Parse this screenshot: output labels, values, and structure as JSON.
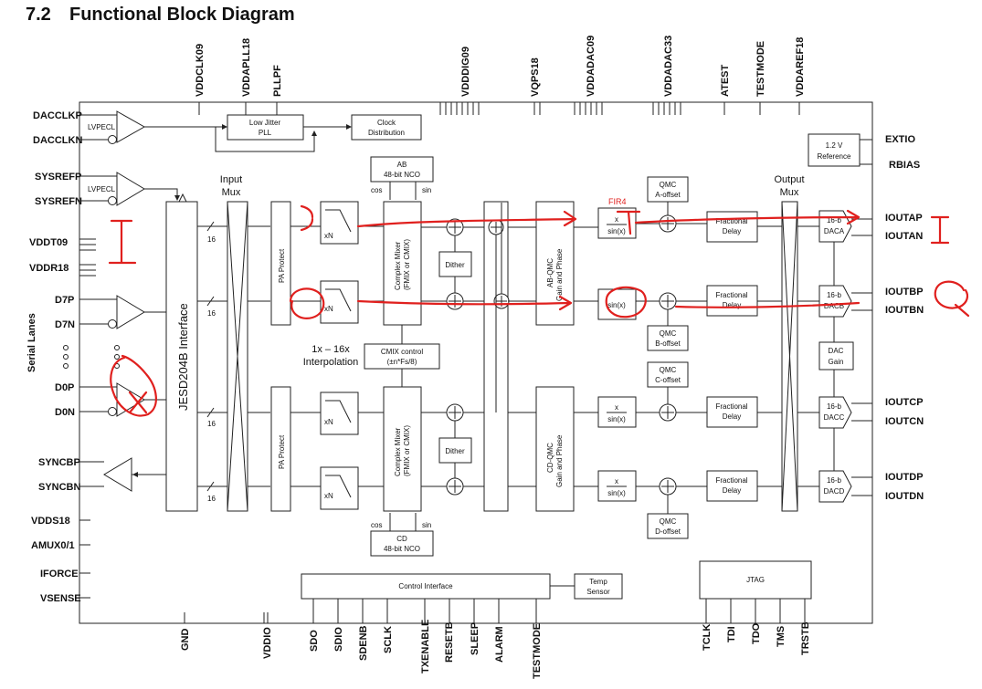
{
  "heading": {
    "number": "7.2",
    "title": "Functional Block Diagram"
  },
  "top_pins": [
    "VDDCLK09",
    "VDDAPLL18",
    "PLLPF",
    "VDDDIG09",
    "VQPS18",
    "VDDADAC09",
    "VDDADAC33",
    "ATEST",
    "TESTMODE",
    "VDDAREF18"
  ],
  "left_pins": {
    "dacclkp": "DACCLKP",
    "dacclkn": "DACCLKN",
    "sysrefp": "SYSREFP",
    "sysrefn": "SYSREFN",
    "vddt09": "VDDT09",
    "vddr18": "VDDR18",
    "d7p": "D7P",
    "d7n": "D7N",
    "d0p": "D0P",
    "d0n": "D0N",
    "syncbp": "SYNCBP",
    "syncbn": "SYNCBN",
    "vdds18": "VDDS18",
    "amux": "AMUX0/1",
    "iforce": "IFORCE",
    "vsense": "VSENSE"
  },
  "serial_lanes": "Serial Lanes",
  "right_pins": {
    "extio": "EXTIO",
    "rbias": "RBIAS",
    "ioutap": "IOUTAP",
    "ioutan": "IOUTAN",
    "ioutbp": "IOUTBP",
    "ioutbn": "IOUTBN",
    "ioutcp": "IOUTCP",
    "ioutcn": "IOUTCN",
    "ioutdp": "IOUTDP",
    "ioutdn": "IOUTDN"
  },
  "bottom_pins": [
    "GND",
    "VDDIO",
    "SDO",
    "SDIO",
    "SDENB",
    "SCLK",
    "TXENABLE",
    "RESETB",
    "SLEEP",
    "ALARM",
    "TESTMODE",
    "TCLK",
    "TDI",
    "TDO",
    "TMS",
    "TRSTB"
  ],
  "blocks": {
    "lvpecl": "LVPECL",
    "pll_l1": "Low Jitter",
    "pll_l2": "PLL",
    "clk_l1": "Clock",
    "clk_l2": "Distribution",
    "ref_l1": "1.2 V",
    "ref_l2": "Reference",
    "jesd": "JESD204B Interface",
    "input_mux_l1": "Input",
    "input_mux_l2": "Mux",
    "output_mux_l1": "Output",
    "output_mux_l2": "Mux",
    "bus_width": "16",
    "pa_protect": "PA Protect",
    "interp_gain": "xN",
    "interp_l1": "1x – 16x",
    "interp_l2": "Interpolation",
    "nco_ab_l1": "AB",
    "nco_ab_l2": "48-bit NCO",
    "nco_cd_l1": "CD",
    "nco_cd_l2": "48-bit NCO",
    "cos": "cos",
    "sin": "sin",
    "mixer_l1": "Complex Mixer",
    "mixer_l2": "(FMIX or CMIX)",
    "cmix_l1": "CMIX control",
    "cmix_l2": "(±n*Fs/8)",
    "dither": "Dither",
    "ab_qmc_l1": "AB-QMC",
    "ab_qmc_l2": "Gain and Phase",
    "cd_qmc_l1": "CD-QMC",
    "cd_qmc_l2": "Gain and Phase",
    "sinc_l1": "x",
    "sinc_l2": "sin(x)",
    "qmc": "QMC",
    "a_offset": "A-offset",
    "b_offset": "B-offset",
    "c_offset": "C-offset",
    "d_offset": "D-offset",
    "frac_l1": "Fractional",
    "frac_l2": "Delay",
    "dac_bits": "16-b",
    "daca": "DACA",
    "dacb": "DACB",
    "dacc": "DACC",
    "dacd": "DACD",
    "dacgain_l1": "DAC",
    "dacgain_l2": "Gain",
    "control_interface": "Control Interface",
    "temp_l1": "Temp",
    "temp_l2": "Sensor",
    "jtag": "JTAG",
    "fir4": "FIR4"
  },
  "annotations": {
    "i_mark": "I",
    "q_mark": "Q",
    "x_mark": "X"
  },
  "colors": {
    "ink": "#222222",
    "annotation": "#e0201e",
    "background": "#ffffff"
  }
}
